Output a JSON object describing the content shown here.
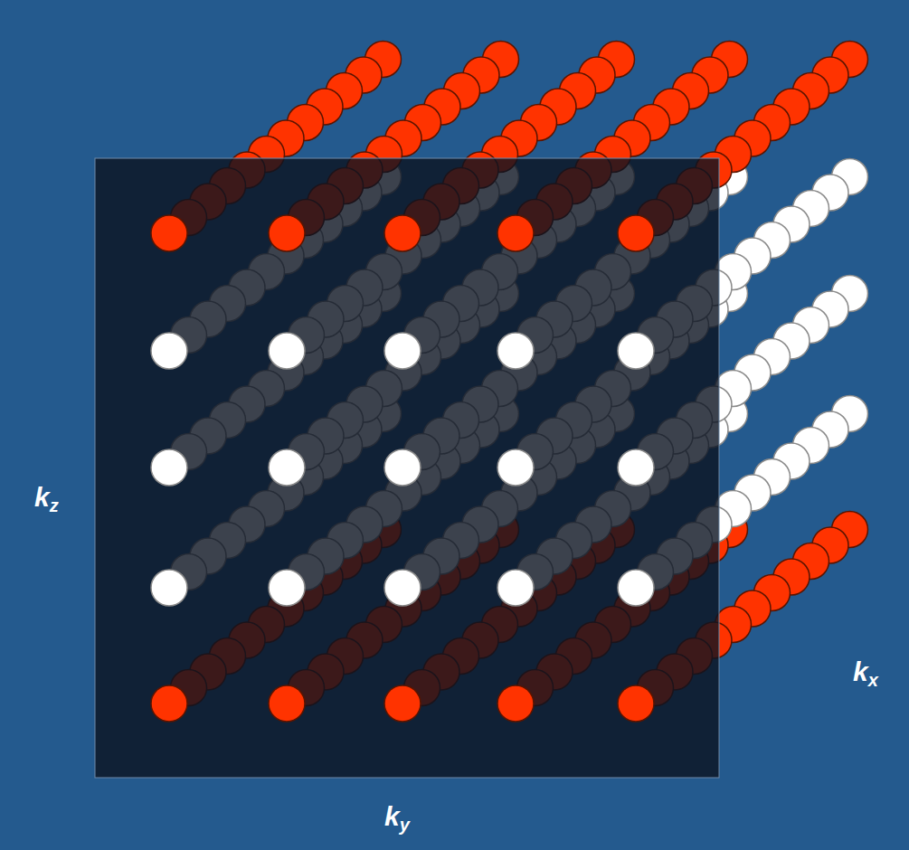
{
  "diagram": {
    "labels": [
      "kz",
      "ky",
      "kx"
    ]
  }
}
